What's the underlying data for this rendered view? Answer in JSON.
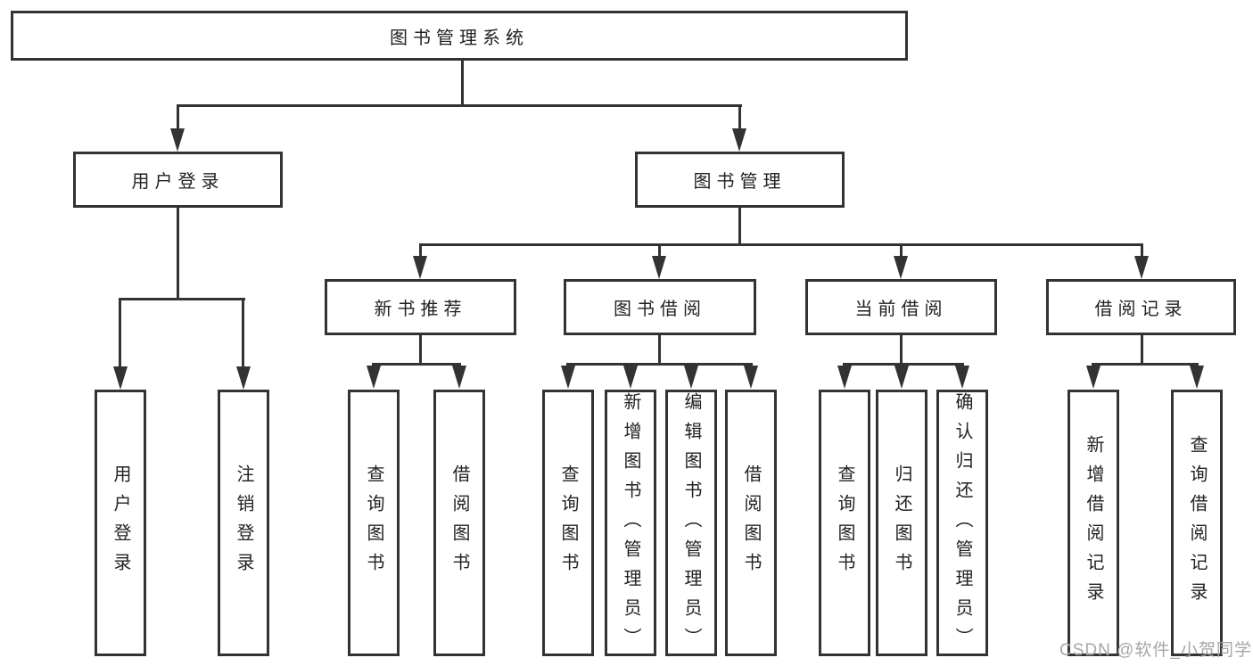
{
  "colors": {
    "background": "#ffffff",
    "box_border": "#333333",
    "box_fill": "#ffffff",
    "connector_line": "#333333",
    "text": "#222222",
    "watermark_text": "#a6a6a6"
  },
  "watermark": "CSDN @软件_小贺同学",
  "diagram": {
    "root": {
      "label": "图书管理系统"
    },
    "level2": [
      {
        "label": "用户登录"
      },
      {
        "label": "图书管理"
      }
    ],
    "level3": [
      {
        "label": "新书推荐"
      },
      {
        "label": "图书借阅"
      },
      {
        "label": "当前借阅"
      },
      {
        "label": "借阅记录"
      }
    ],
    "leaves": {
      "user_login": [
        "用户登录",
        "注销登录"
      ],
      "new_book_recommend": [
        "查询图书",
        "借阅图书"
      ],
      "book_borrow": [
        "查询图书",
        "新增图书（管理员）",
        "编辑图书（管理员）",
        "借阅图书"
      ],
      "current_borrow": [
        "查询图书",
        "归还图书",
        "确认归还（管理员）"
      ],
      "borrow_record": [
        "新增借阅记录",
        "查询借阅记录"
      ]
    }
  }
}
